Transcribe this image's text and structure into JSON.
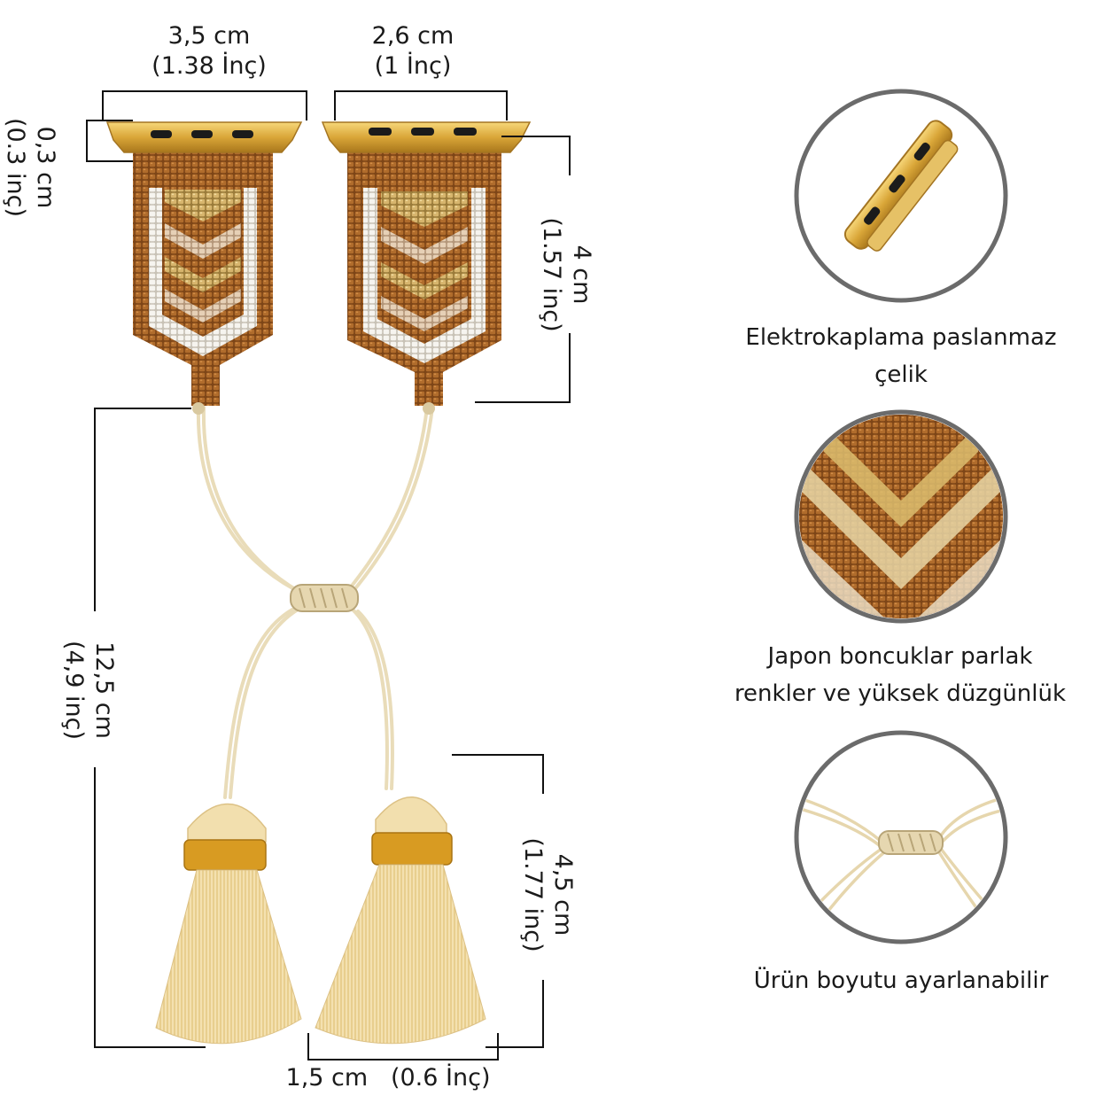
{
  "dimensions": {
    "left_width": {
      "metric": "3,5 cm",
      "imperial": "(1.38 İnç)"
    },
    "right_width": {
      "metric": "2,6 cm",
      "imperial": "(1 İnç)"
    },
    "connector_height": {
      "metric": "0,3 cm",
      "imperial": "(0.3 inç)"
    },
    "beaded_height": {
      "metric": "4 cm",
      "imperial": "(1.57 inç)"
    },
    "cord_length": {
      "metric": "12,5 cm",
      "imperial": "(4,9 inç)"
    },
    "tassel_length": {
      "metric": "4,5 cm",
      "imperial": "(1.77 inç)"
    },
    "tassel_width": {
      "metric": "1,5 cm",
      "imperial": "(0.6 İnç)"
    }
  },
  "features": [
    {
      "caption_line1": "Elektrokaplama paslanmaz",
      "caption_line2": "çelik",
      "icon": "connector-closeup-icon"
    },
    {
      "caption_line1": "Japon boncuklar parlak",
      "caption_line2": "renkler ve yüksek düzgünlük",
      "icon": "bead-closeup-icon"
    },
    {
      "caption_line1": "Ürün boyutu ayarlanabilir",
      "caption_line2": "",
      "icon": "knot-closeup-icon"
    }
  ],
  "colors": {
    "gold": "#d9a638",
    "bronze": "#9a5a22",
    "champagne": "#c9a866",
    "white_bead": "#f3f0ea",
    "cord": "#efe2c2",
    "tassel": "#f1dca6"
  }
}
